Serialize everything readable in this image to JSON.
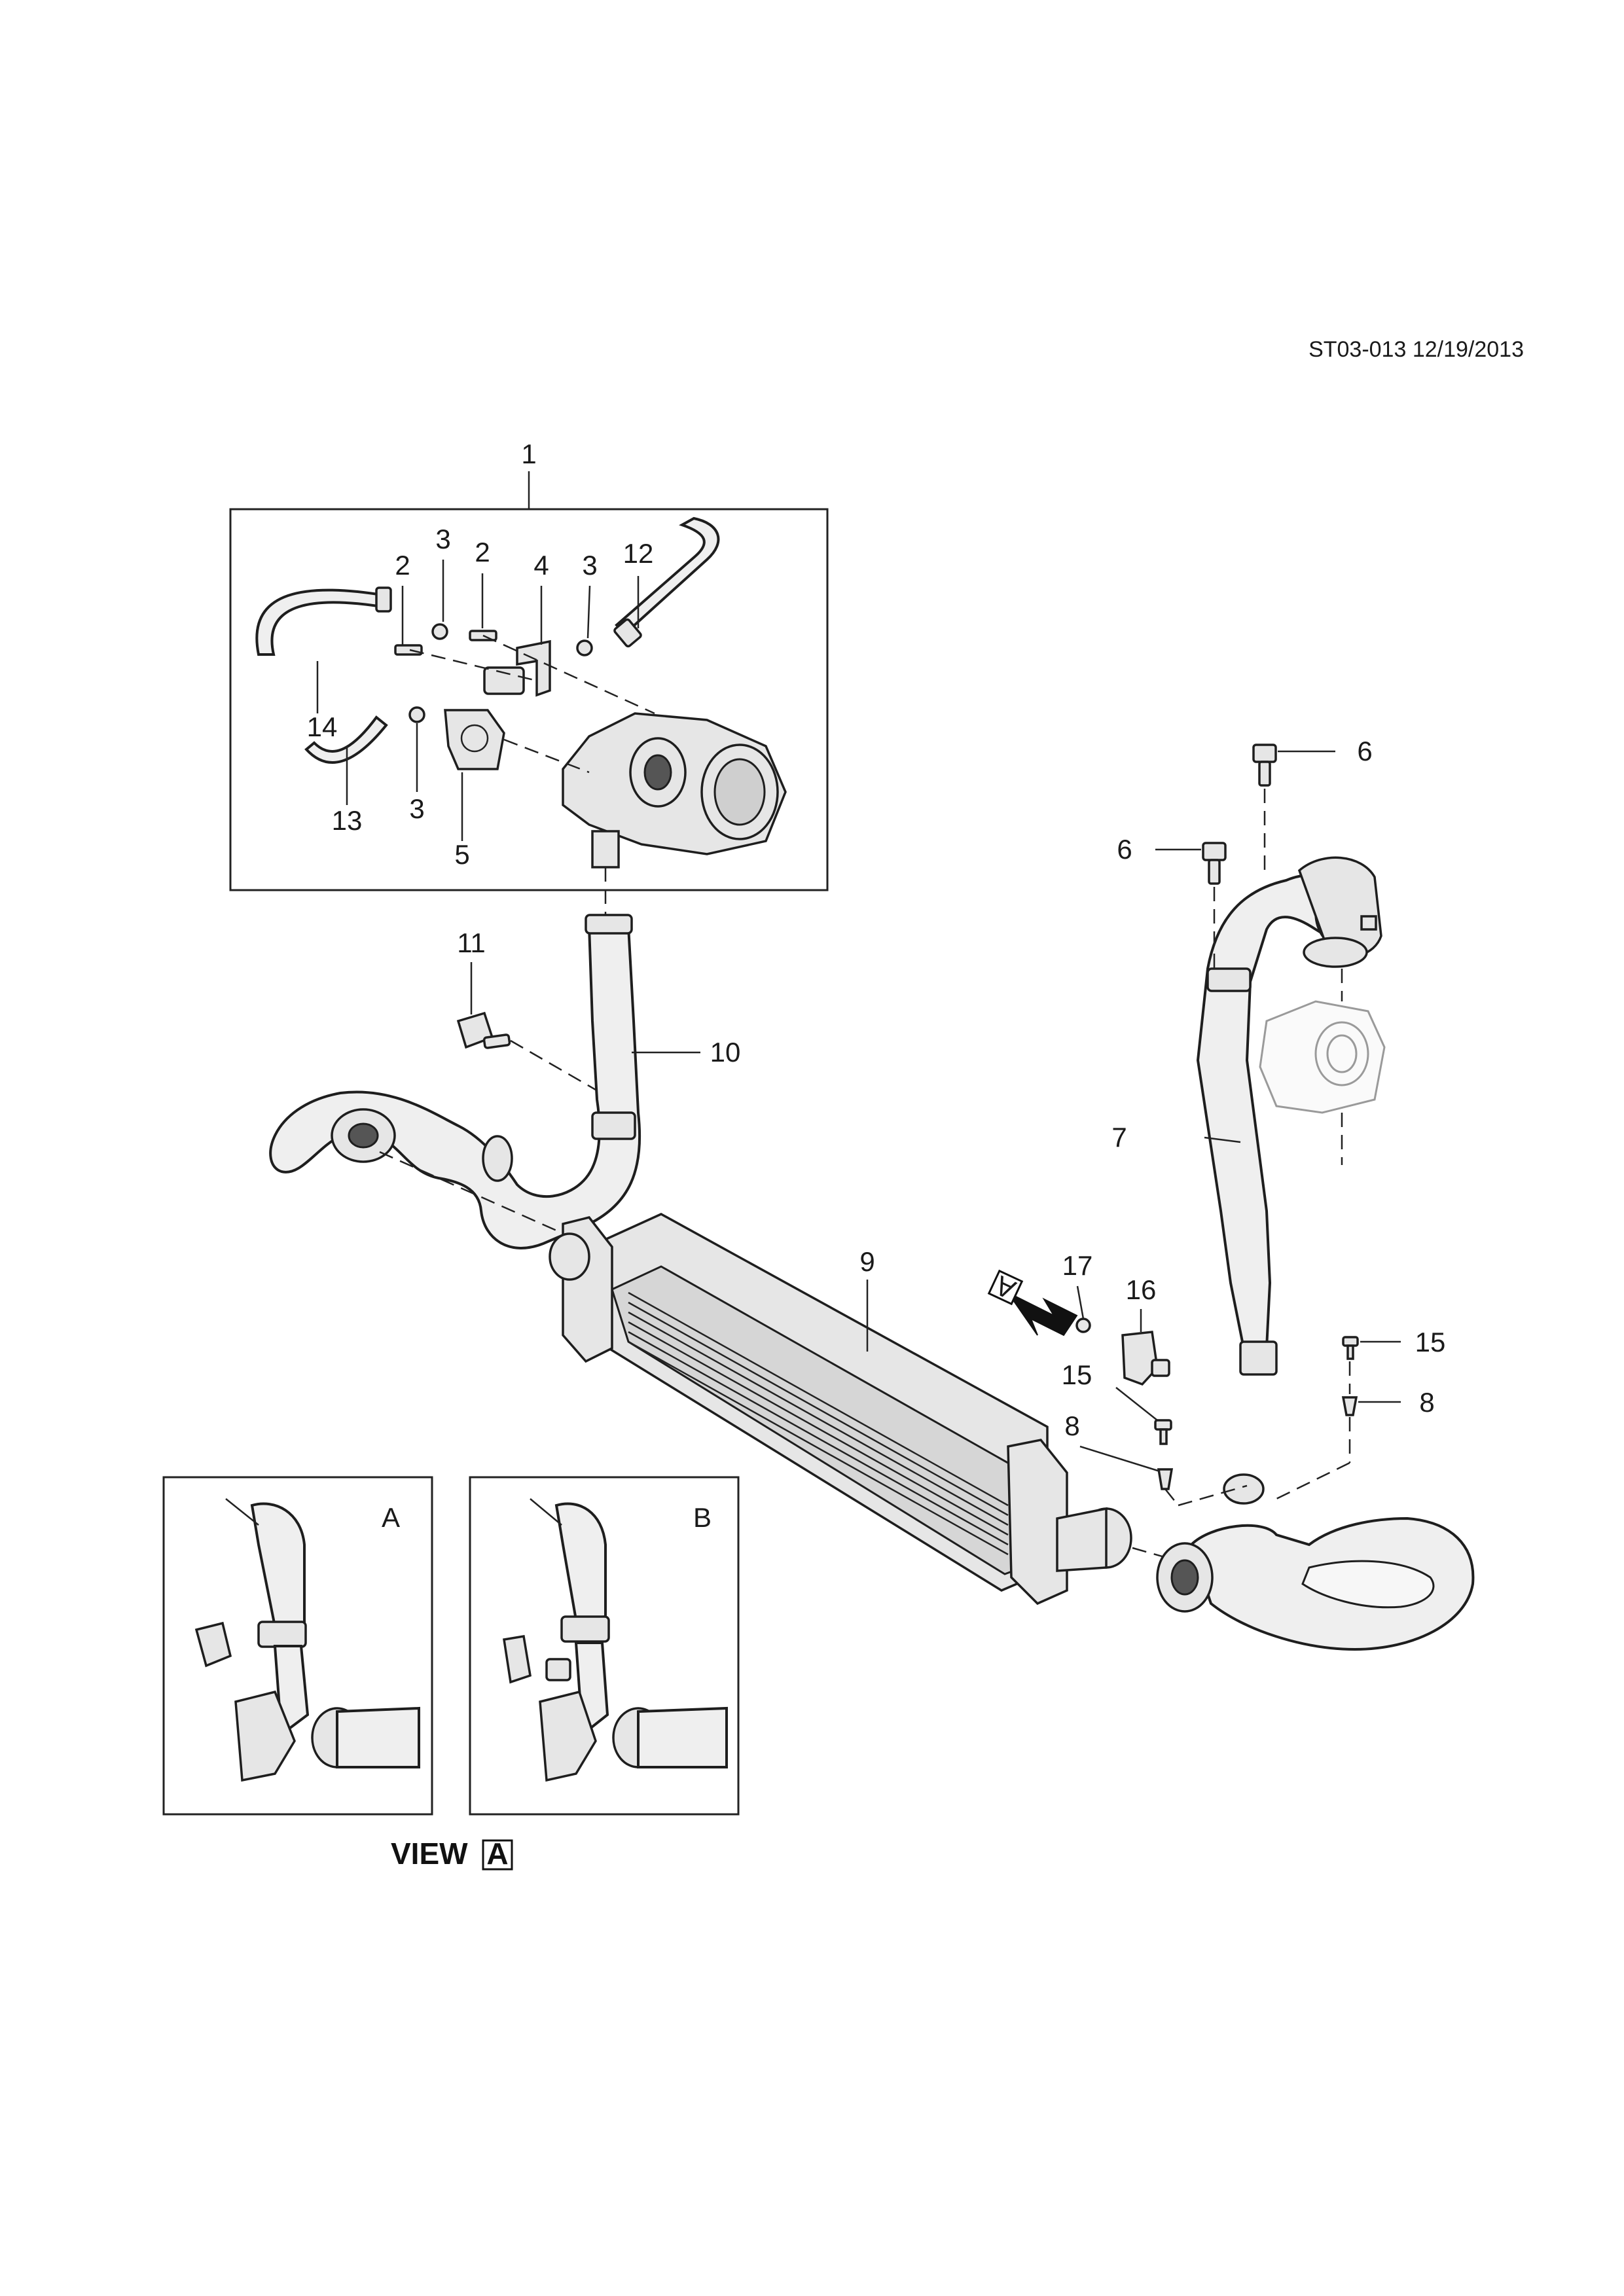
{
  "header": {
    "reference": "ST03-013 12/19/2013"
  },
  "callouts": {
    "c1": "1",
    "c2a": "2",
    "c2b": "2",
    "c3a": "3",
    "c3b": "3",
    "c3c": "3",
    "c4": "4",
    "c5": "5",
    "c6a": "6",
    "c6b": "6",
    "c7": "7",
    "c8a": "8",
    "c8b": "8",
    "c9": "9",
    "c10": "10",
    "c11": "11",
    "c12": "12",
    "c13": "13",
    "c14": "14",
    "c15a": "15",
    "c15b": "15",
    "c16": "16",
    "c17": "17"
  },
  "view_marker": "A",
  "insets": {
    "a_label": "A",
    "b_label": "B"
  },
  "view_caption": {
    "text": "VIEW",
    "letter": "A"
  }
}
